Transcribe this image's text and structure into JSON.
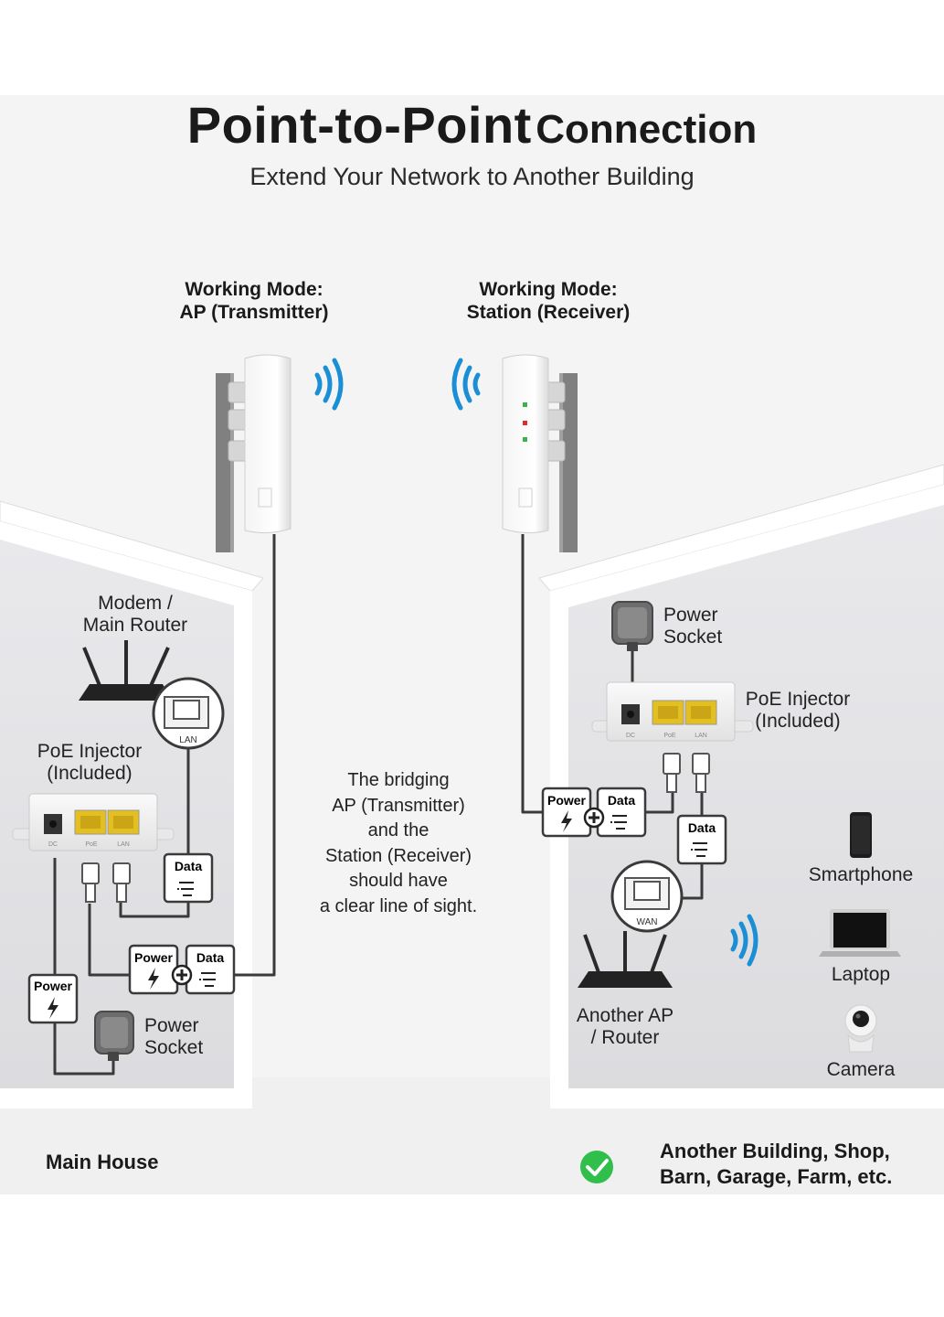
{
  "header": {
    "title_bold": "Point-to-Point",
    "title_rest": "Connection",
    "subtitle": "Extend Your Network to Another Building"
  },
  "transmitter": {
    "mode_line1": "Working Mode:",
    "mode_line2": "AP (Transmitter)"
  },
  "receiver": {
    "mode_line1": "Working Mode:",
    "mode_line2": "Station (Receiver)"
  },
  "main_house": {
    "router_line1": "Modem /",
    "router_line2": "Main Router",
    "router_port": "LAN",
    "poe_line1": "PoE Injector",
    "poe_line2": "(Included)",
    "poe_port_dc": "DC",
    "poe_port_poe": "PoE",
    "poe_port_lan": "LAN",
    "data_badge": "Data",
    "power_badge": "Power",
    "combo_power": "Power",
    "combo_data": "Data",
    "socket_line1": "Power",
    "socket_line2": "Socket",
    "footer": "Main House"
  },
  "middle_note": {
    "line1": "The bridging",
    "line2": "AP (Transmitter)",
    "line3": "and the",
    "line4": "Station (Receiver)",
    "line5": "should have",
    "line6": "a clear line of sight."
  },
  "other_building": {
    "socket_line1": "Power",
    "socket_line2": "Socket",
    "poe_line1": "PoE Injector",
    "poe_line2": "(Included)",
    "poe_port_dc": "DC",
    "poe_port_poe": "PoE",
    "poe_port_lan": "LAN",
    "combo_power": "Power",
    "combo_data": "Data",
    "data_badge": "Data",
    "router_port": "WAN",
    "router_line1": "Another AP",
    "router_line2": "/ Router",
    "device_smartphone": "Smartphone",
    "device_laptop": "Laptop",
    "device_camera": "Camera",
    "footer_line1": "Another Building, Shop,",
    "footer_line2": "Barn, Garage, Farm, etc."
  },
  "colors": {
    "background": "#f4f4f4",
    "wall": "#e4e4e6",
    "signal": "#1a8fd6",
    "check": "#2fbf4a",
    "cable": "#3a3a3a",
    "port_yellow": "#e3c020"
  }
}
